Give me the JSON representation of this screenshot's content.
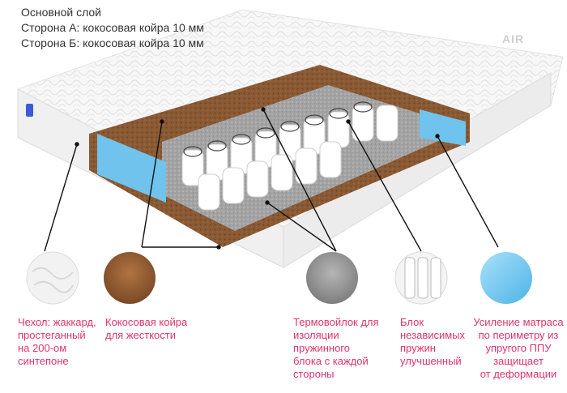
{
  "header": {
    "line1": "Основной слой",
    "line2": "Сторона А: кокосовая койра 10 мм",
    "line3": "Сторона Б: кокосовая койра 10 мм"
  },
  "logo": {
    "text": "AIR"
  },
  "labels": {
    "cover": [
      "Чехол: жаккард,",
      "простеганный",
      "на 200-ом",
      "синтепоне"
    ],
    "coir": [
      "Кокосовая койра",
      "для жесткости"
    ],
    "felt": [
      "Термовойлок для",
      "изоляции",
      "пружинного",
      "блока с каждой",
      "стороны"
    ],
    "spring": [
      "Блок",
      "независимых",
      "пружин",
      "улучшенный"
    ],
    "foam": [
      "Усиление матраса",
      "по периметру из",
      "упругого ППУ",
      "защищает",
      "от деформации"
    ]
  },
  "colors": {
    "coir": "#8a5a34",
    "felt": "#9d9d9d",
    "foam": "#6fc3ec",
    "accent": "#e0336b"
  }
}
